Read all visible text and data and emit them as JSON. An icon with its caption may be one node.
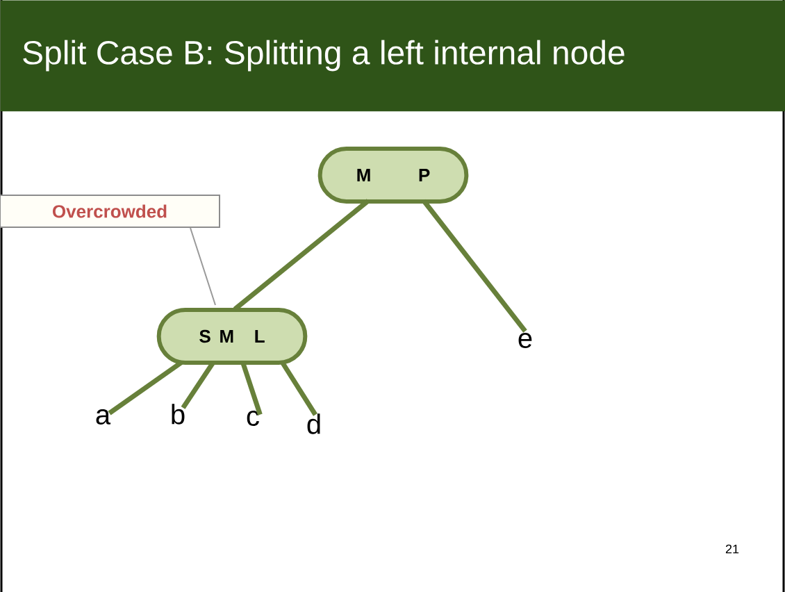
{
  "diagram": {
    "title": "Split Case B: Splitting a left internal node",
    "nodes": [
      {
        "text": [
          "M",
          "P"
        ]
      },
      {
        "text": [
          "S",
          "M",
          "L"
        ]
      },
      {
        "text": [
          "a"
        ]
      },
      {
        "text": [
          "b"
        ]
      },
      {
        "text": [
          "c"
        ]
      },
      {
        "text": [
          "d"
        ]
      },
      {
        "text": [
          "e"
        ]
      },
      {
        "text": [
          "Overcrowded"
        ]
      }
    ],
    "edges": [
      {
        "from": 0,
        "to": 1,
        "arrow": "none"
      },
      {
        "from": 0,
        "to": 6,
        "arrow": "none"
      },
      {
        "from": 1,
        "to": 2,
        "arrow": "none"
      },
      {
        "from": 1,
        "to": 3,
        "arrow": "none"
      },
      {
        "from": 1,
        "to": 4,
        "arrow": "none"
      },
      {
        "from": 1,
        "to": 5,
        "arrow": "none"
      },
      {
        "from": 7,
        "to": 1,
        "arrow": "none",
        "color": "#999999"
      }
    ],
    "labels": [
      "21"
    ]
  }
}
